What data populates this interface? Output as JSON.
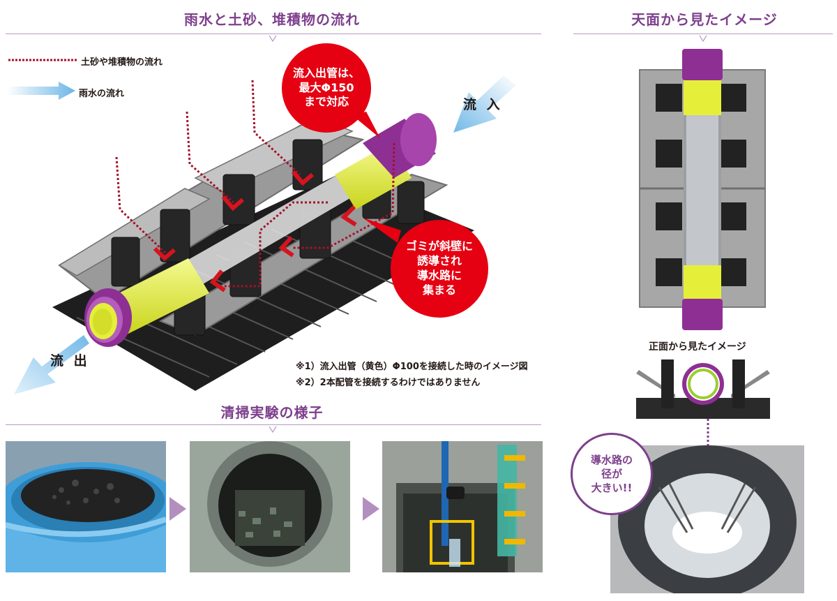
{
  "left": {
    "title": "雨水と土砂、堆積物の流れ",
    "legend": {
      "sediment_label": "土砂や堆積物の流れ",
      "rain_label": "雨水の流れ"
    },
    "bubble_top": {
      "lines": [
        "流入出管は、",
        "最大Φ150",
        "まで対応"
      ]
    },
    "bubble_mid": {
      "lines": [
        "ゴミが斜壁に",
        "誘導され",
        "導水路に",
        "集まる"
      ]
    },
    "inflow_label": "流 入",
    "outflow_label": "流 出",
    "notes": [
      "※1）流入出管（黄色）Φ100を接続した時のイメージ図",
      "※2）2本配管を接続するわけではありません"
    ]
  },
  "cleaning": {
    "title": "清掃実験の様子"
  },
  "right": {
    "title": "天面から見たイメージ",
    "front_title": "正面から見たイメージ",
    "bubble": {
      "lines": [
        "導水路の",
        "径が",
        "大きい!!"
      ]
    }
  },
  "colors": {
    "accent_purple": "#7d3f8c",
    "bubble_red": "#e50012",
    "pipe_yellow": "#e5ef3a",
    "pipe_purple": "#8e2f93",
    "rain_blue": "#6bb5e6",
    "sediment_red": "#a4112a"
  },
  "icons": [
    "chevron-down-icon",
    "arrow-right-icon",
    "dotted-line-icon"
  ]
}
